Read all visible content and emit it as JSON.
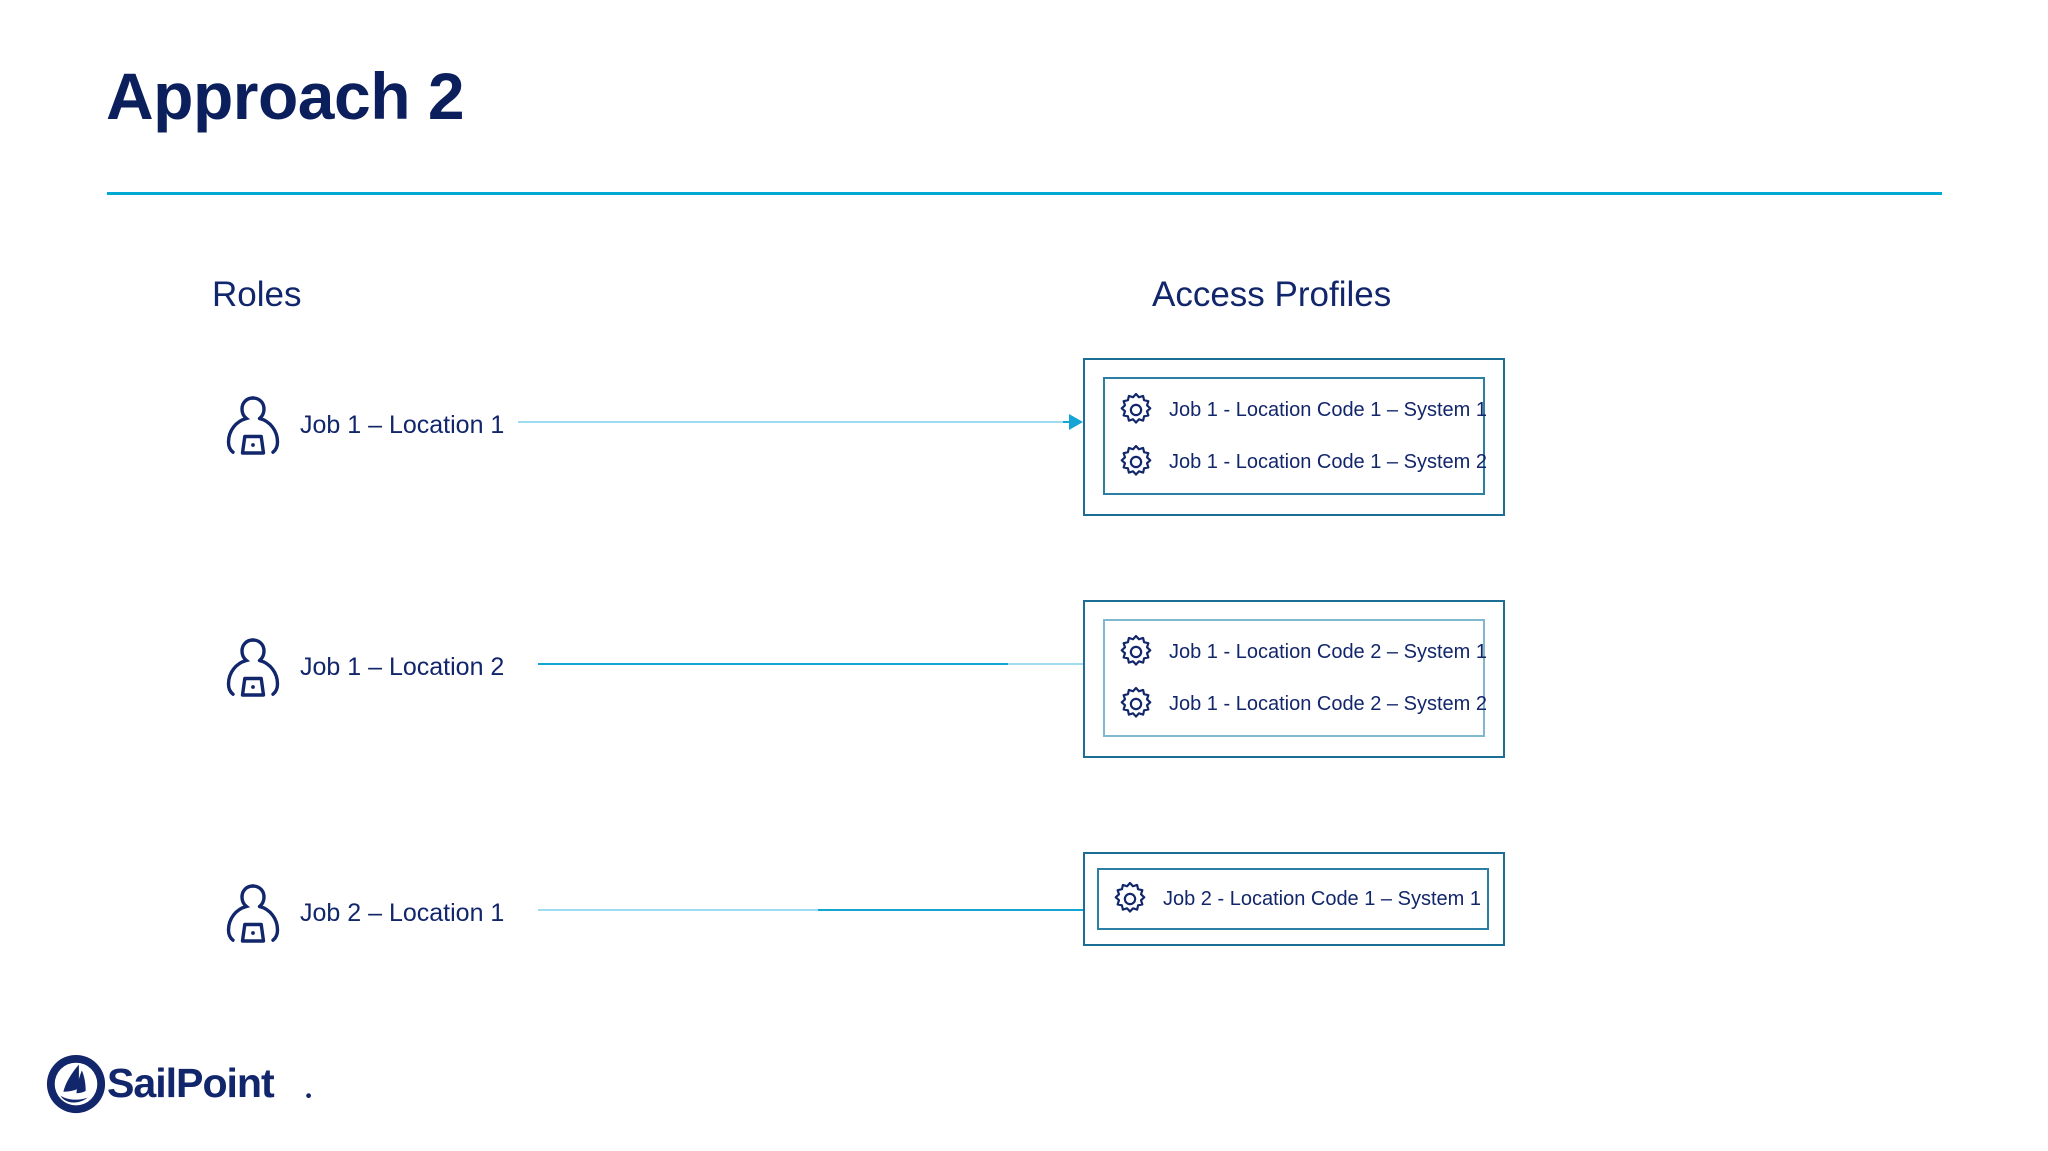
{
  "slide": {
    "title": "Approach 2",
    "accent_rule_color": "#00a9d4",
    "title_color": "#0b1f5c"
  },
  "columns": {
    "left_header": "Roles",
    "right_header": "Access Profiles"
  },
  "colors": {
    "navy": "#12266b",
    "cyan": "#14a5d4",
    "cyan_pale": "#9fdcf0",
    "box_border": "#1c6e94",
    "inner_border": "#2b7fa3",
    "inner_border_light": "#7fb8cf"
  },
  "rows": [
    {
      "role": {
        "icon": "person-laptop-icon",
        "label": "Job 1 – Location 1"
      },
      "connector": {
        "icon": "arrow-right-icon"
      },
      "access_profiles": [
        {
          "icon": "gear-icon",
          "label": "Job 1 - Location Code 1 – System 1"
        },
        {
          "icon": "gear-icon",
          "label": "Job 1 - Location Code 1 – System 2"
        }
      ]
    },
    {
      "role": {
        "icon": "person-laptop-icon",
        "label": "Job 1 – Location 2"
      },
      "connector": {
        "icon": "arrow-right-icon"
      },
      "access_profiles": [
        {
          "icon": "gear-icon",
          "label": "Job 1 - Location Code 2 – System 1"
        },
        {
          "icon": "gear-icon",
          "label": "Job 1 - Location Code 2 – System 2"
        }
      ]
    },
    {
      "role": {
        "icon": "person-laptop-icon",
        "label": "Job 2 – Location 1"
      },
      "connector": {
        "icon": "arrow-right-icon"
      },
      "access_profiles": [
        {
          "icon": "gear-icon",
          "label": "Job 2 - Location Code 1 – System 1"
        }
      ]
    }
  ],
  "footer": {
    "logo_icon": "sailpoint-sail-logo-icon",
    "logo_text": "SailPoint"
  }
}
